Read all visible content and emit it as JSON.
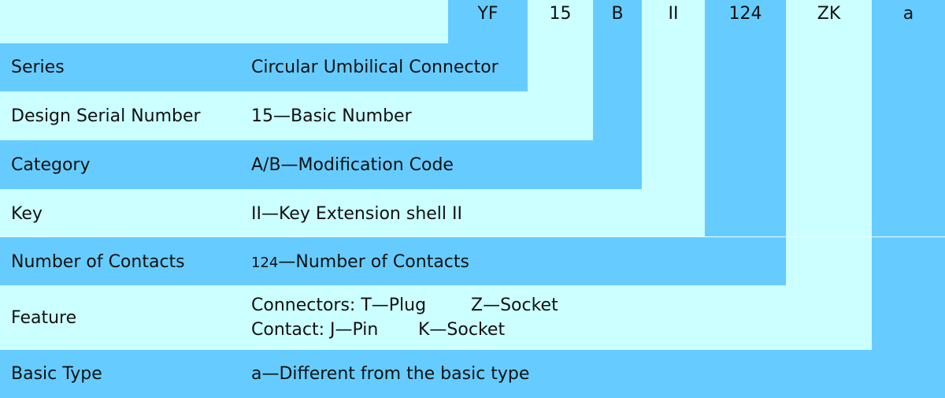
{
  "codes": [
    "YF",
    "15",
    "B",
    "II",
    "124",
    "ZK",
    "a"
  ],
  "rows": [
    {
      "label": "Series",
      "value": "Circular Umbilical Connector"
    },
    {
      "label": "Design Serial Number",
      "value": "15—Basic Number"
    },
    {
      "label": "Category",
      "value": "A/B—Modification Code"
    },
    {
      "label": "Key",
      "value": "II—Key Extension shell II"
    },
    {
      "label": "Number of Contacts",
      "value_num": "124",
      "value_text": "—Number of Contacts"
    },
    {
      "label": "Feature",
      "line1_a": "Connectors: T—Plug",
      "line1_b": "Z—Socket",
      "line2_a": "Contact: J—Pin",
      "line2_b": "K—Socket"
    },
    {
      "label": "Basic Type",
      "value": "a—Different from the basic type"
    }
  ],
  "colors": {
    "dark": "#66ccff",
    "light": "#ccffff"
  }
}
